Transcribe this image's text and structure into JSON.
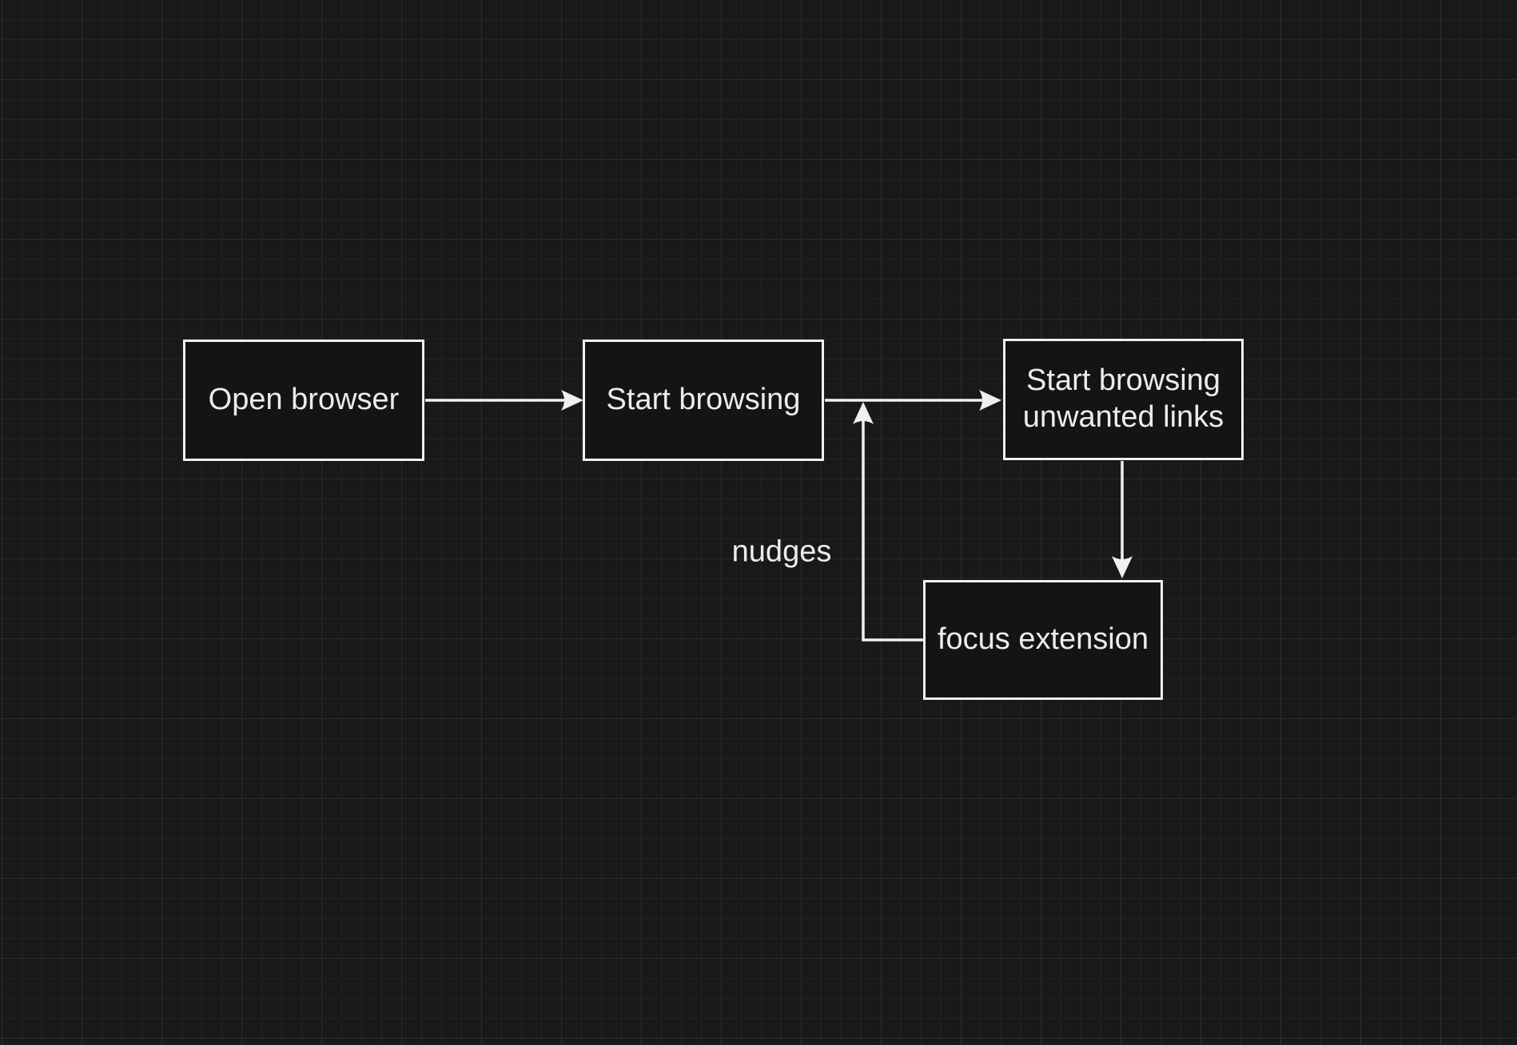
{
  "diagram": {
    "nodes": [
      {
        "id": "open-browser",
        "label": "Open browser"
      },
      {
        "id": "start-browsing",
        "label": "Start browsing"
      },
      {
        "id": "start-browsing-unwanted-links",
        "label": "Start browsing unwanted links"
      },
      {
        "id": "focus-extension",
        "label": "focus extension"
      }
    ],
    "edges": [
      {
        "id": "open-to-start",
        "from": "open-browser",
        "to": "start-browsing",
        "label": ""
      },
      {
        "id": "start-to-unwanted",
        "from": "start-browsing",
        "to": "start-browsing-unwanted-links",
        "label": ""
      },
      {
        "id": "unwanted-to-focus",
        "from": "start-browsing-unwanted-links",
        "to": "focus-extension",
        "label": ""
      },
      {
        "id": "focus-nudges-back",
        "from": "focus-extension",
        "to": "start-to-unwanted",
        "label": "nudges"
      }
    ]
  },
  "colors": {
    "background": "#19191b",
    "grid_minor": "#232326",
    "grid_major": "#2d2d30",
    "node_fill": "#141416",
    "node_border": "#f0f0f0",
    "arrow": "#f0f0f0",
    "text": "#ececec"
  }
}
